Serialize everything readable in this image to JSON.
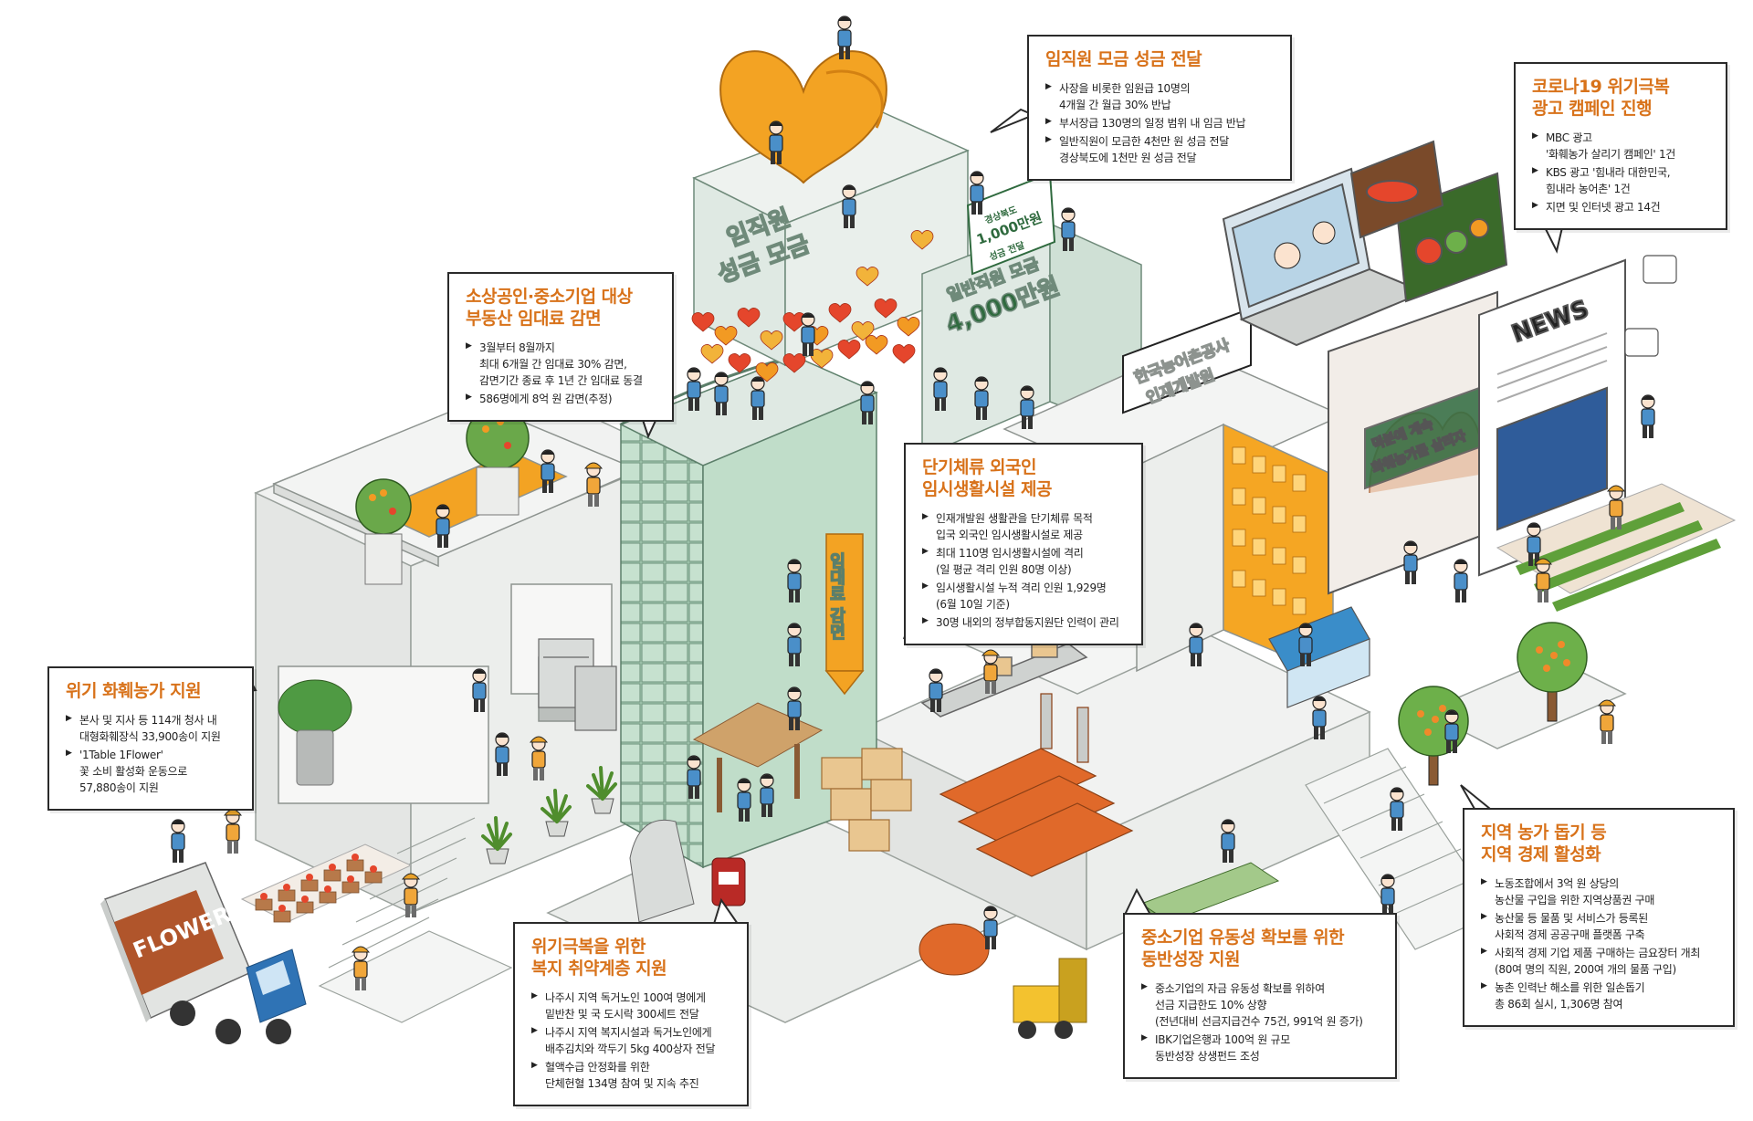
{
  "colors": {
    "accent_orange": "#d8721a",
    "heart_red": "#e5462c",
    "heart_orange": "#f29a23",
    "building_mint": "#dfe9e3",
    "building_green_glass": "#9bc5ab",
    "wall_gray": "#e9ebea",
    "grass_green": "#5fa03a",
    "banner_green": "#2f6a3e"
  },
  "signs": {
    "donation_building": [
      "임직원",
      "성금 모금"
    ],
    "general_staff": [
      "일반직원 모금",
      "4,000만원"
    ],
    "gyeongbuk_board": [
      "경상북도",
      "1,000만원",
      "성금 전달"
    ],
    "rent_reduction": "임대료 감면",
    "krc_sign": [
      "한국농어촌공사",
      "인재개발원"
    ],
    "news": "NEWS",
    "flower_truck": "FLOWER",
    "billboard": [
      "덕분에 계속",
      "화훼농가를 살리자"
    ]
  },
  "callouts": [
    {
      "id": "donation",
      "title": [
        "임직원 모금 성금 전달"
      ],
      "items": [
        [
          "사장을 비롯한 임원급 10명의",
          "4개월 간 월급 30% 반납"
        ],
        [
          "부서장급 130명의 일정 범위 내 임금 반납"
        ],
        [
          "일반직원이 모금한 4천만 원 성금 전달",
          "경상북도에 1천만 원 성금 전달"
        ]
      ]
    },
    {
      "id": "covid-ad",
      "title": [
        "코로나19 위기극복",
        "광고 캠페인 진행"
      ],
      "items": [
        [
          "MBC 광고",
          "'화훼농가 살리기 캠페인' 1건"
        ],
        [
          "KBS 광고 '힘내라 대한민국,",
          "힘내라 농어촌' 1건"
        ],
        [
          "지면 및 인터넷 광고 14건"
        ]
      ]
    },
    {
      "id": "rent",
      "title": [
        "소상공인·중소기업 대상",
        "부동산 임대료 감면"
      ],
      "items": [
        [
          "3월부터 8월까지",
          "최대 6개월 간 임대료 30% 감면,",
          "감면기간 종료 후 1년 간 임대료 동결"
        ],
        [
          "586명에게 8억 원 감면(추정)"
        ]
      ]
    },
    {
      "id": "foreigner",
      "title": [
        "단기체류 외국인",
        "임시생활시설 제공"
      ],
      "items": [
        [
          "인재개발원 생활관을 단기체류 목적",
          "입국 외국인 임시생활시설로 제공"
        ],
        [
          "최대 110명 임시생활시설에 격리",
          "(일 평균 격리 인원 80명 이상)"
        ],
        [
          "임시생활시설 누적 격리 인원 1,929명",
          "(6월 10일 기준)"
        ],
        [
          "30명 내외의 정부합동지원단 인력이 관리"
        ]
      ]
    },
    {
      "id": "flower",
      "title": [
        "위기 화훼농가 지원"
      ],
      "items": [
        [
          "본사 및 지사 등 114개 청사 내",
          "대형화훼장식 33,900송이 지원"
        ],
        [
          "'1Table 1Flower'",
          "꽃 소비 활성화 운동으로",
          "57,880송이 지원"
        ]
      ]
    },
    {
      "id": "local",
      "title": [
        "지역 농가 돕기 등",
        "지역 경제 활성화"
      ],
      "items": [
        [
          "노동조합에서 3억 원 상당의",
          "농산물 구입을 위한 지역상품권 구매"
        ],
        [
          "농산물 등 물품 및 서비스가 등록된",
          "사회적 경제 공공구매 플랫폼 구축"
        ],
        [
          "사회적 경제 기업 제품 구매하는 금요장터 개최",
          "(80여 명의 직원, 200여 개의 물품 구입)"
        ],
        [
          "농촌 인력난 해소를 위한 일손돕기",
          "총 86회 실시, 1,306명 참여"
        ]
      ]
    },
    {
      "id": "welfare",
      "title": [
        "위기극복을 위한",
        "복지 취약계층 지원"
      ],
      "items": [
        [
          "나주시 지역 독거노인 100여 명에게",
          "밑반찬 및 국 도시락 300세트 전달"
        ],
        [
          "나주시 지역 복지시설과 독거노인에게",
          "배추김치와 깍두기 5kg 400상자 전달"
        ],
        [
          "혈액수급 안정화를 위한",
          "단체헌혈 134명 참여 및 지속 추진"
        ]
      ]
    },
    {
      "id": "sme",
      "title": [
        "중소기업 유동성 확보를 위한",
        "동반성장 지원"
      ],
      "items": [
        [
          "중소기업의 자금 유동성 확보를 위하여",
          "선금 지급한도 10% 상향",
          "(전년대비 선금지급건수 75건, 991억 원 증가)"
        ],
        [
          "IBK기업은행과 100억 원 규모",
          "동반성장 상생펀드 조성"
        ]
      ]
    }
  ]
}
